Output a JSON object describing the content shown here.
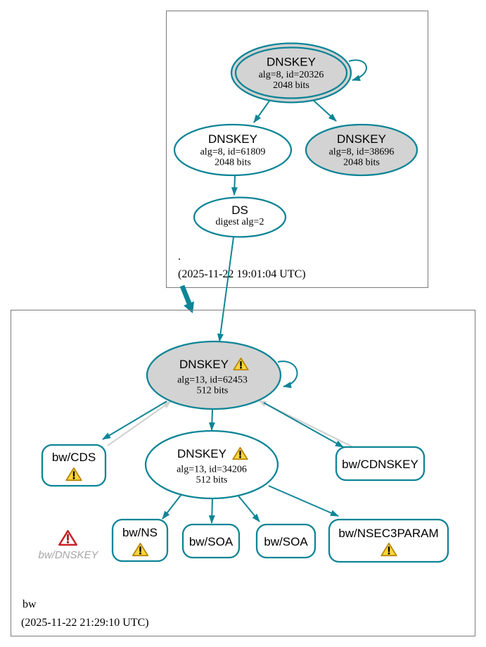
{
  "diagram_type": "dnssec-authentication-graph",
  "colors": {
    "edge_secure_teal": "#0e8596",
    "edge_back_gray": "#d2d2d2",
    "key_node_fill_gray": "#d3d3d3",
    "node_fill_white": "#ffffff",
    "zone_border_gray": "#7b7b7b",
    "warning_fill": "#fbd63b",
    "warning_border": "#b8860b",
    "error_red": "#cb2026",
    "missing_label_gray": "#a6a6a6"
  },
  "icons": {
    "warning": "warning-triangle-icon",
    "error": "error-triangle-icon"
  },
  "root_zone": {
    "name": ".",
    "timestamp": "(2025-11-22 19:01:04 UTC)",
    "ksk": {
      "title": "DNSKEY",
      "alg": "alg=8, id=20326",
      "bits": "2048 bits"
    },
    "zsk": {
      "title": "DNSKEY",
      "alg": "alg=8, id=61809",
      "bits": "2048 bits"
    },
    "dnskey3": {
      "title": "DNSKEY",
      "alg": "alg=8, id=38696",
      "bits": "2048 bits"
    },
    "ds": {
      "title": "DS",
      "detail": "digest alg=2"
    }
  },
  "bw_zone": {
    "name": "bw",
    "timestamp": "(2025-11-22 21:29:10 UTC)",
    "ksk": {
      "title": "DNSKEY",
      "alg": "alg=13, id=62453",
      "bits": "512 bits"
    },
    "zsk": {
      "title": "DNSKEY",
      "alg": "alg=13, id=34206",
      "bits": "512 bits"
    },
    "cds": {
      "label": "bw/CDS"
    },
    "cdnskey": {
      "label": "bw/CDNSKEY"
    },
    "missing_dnskey": {
      "label": "bw/DNSKEY"
    },
    "ns": {
      "label": "bw/NS"
    },
    "soa1": {
      "label": "bw/SOA"
    },
    "soa2": {
      "label": "bw/SOA"
    },
    "nsec3param": {
      "label": "bw/NSEC3PARAM"
    }
  }
}
